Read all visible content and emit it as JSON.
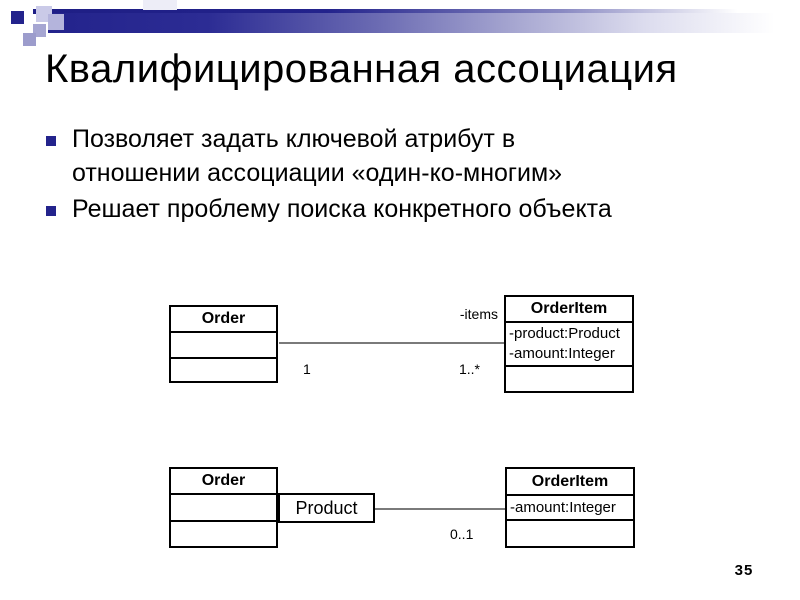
{
  "slide": {
    "title": "Квалифицированная ассоциация",
    "page_number": "35",
    "bullets": [
      {
        "lines": [
          "Позволяет задать ключевой атрибут в",
          "отношении ассоциации «один-ко-многим»"
        ]
      },
      {
        "lines": [
          "Решает проблему поиска конкретного объекта"
        ]
      }
    ]
  },
  "uml": {
    "top_diagram": {
      "order": {
        "name": "Order"
      },
      "order_item": {
        "name": "OrderItem",
        "attributes": [
          "-product:Product",
          "-amount:Integer"
        ]
      },
      "association": {
        "role_label": "-items",
        "multiplicity_source": "1",
        "multiplicity_target": "1..*"
      }
    },
    "bottom_diagram": {
      "order": {
        "name": "Order"
      },
      "qualifier": {
        "label": "Product"
      },
      "order_item": {
        "name": "OrderItem",
        "attributes": [
          "-amount:Integer"
        ]
      },
      "association": {
        "multiplicity_target": "0..1"
      }
    }
  },
  "colors": {
    "accent_navy": "#23238C",
    "association_line_gray": "#7A7A7A",
    "text": "#000000",
    "background": "#FFFFFF"
  }
}
